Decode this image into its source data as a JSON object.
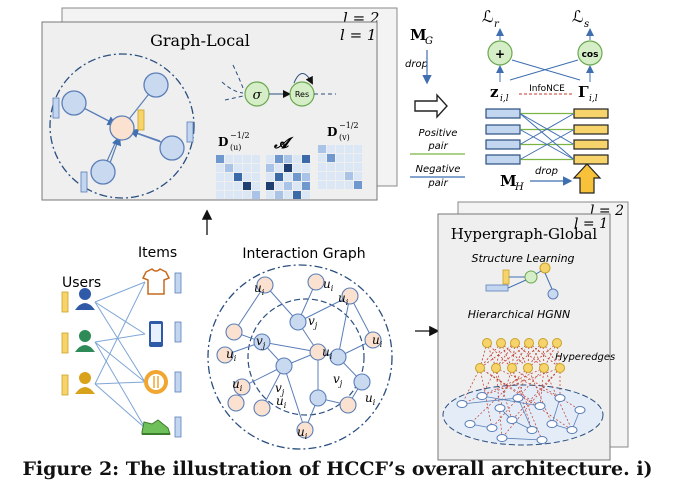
{
  "graph_local": {
    "title": "Graph-Local",
    "layer_back": "l = 2",
    "layer_front": "l = 1",
    "sigma": "σ",
    "res": "Res",
    "d_u": "D",
    "d_u_sup": "−1/2",
    "d_u_sub": "(u)",
    "adj": "𝓐",
    "d_v": "D",
    "d_v_sup": "−1/2",
    "d_v_sub": "(v)"
  },
  "middle": {
    "mg": "M",
    "mg_sub": "G",
    "drop_top": "drop",
    "positive_1": "Positive",
    "positive_2": "pair",
    "negative_1": "Negative",
    "negative_2": "pair"
  },
  "loss": {
    "lr": "ℒ",
    "lr_sub": "r",
    "ls": "ℒ",
    "ls_sub": "s",
    "plus": "+",
    "cos": "cos",
    "z": "z",
    "z_sub": "i,l",
    "infonce": "InfoNCE",
    "gamma": "Γ",
    "gamma_sub": "i,l",
    "mh": "M",
    "mh_sub": "H",
    "drop_bottom": "drop"
  },
  "interaction": {
    "users_label": "Users",
    "items_label": "Items",
    "graph_title": "Interaction Graph",
    "u_label": "u",
    "u_sub": "i",
    "v_label": "v",
    "v_sub": "j"
  },
  "hypergraph": {
    "title": "Hypergraph-Global",
    "layer_back": "l = 2",
    "layer_front": "l = 1",
    "structure_learning": "Structure Learning",
    "hierarchical_hgnn": "Hierarchical HGNN",
    "hyperedges": "Hyperedges"
  },
  "caption": "Figure 2: The illustration of HCCF’s overall architecture. i)",
  "colors": {
    "user_node": "#fbe1cf",
    "item_node": "#c9d9f0",
    "node_stroke": "#5b7fb8",
    "dash": "#2a4f7f",
    "yellow": "#f7d46b",
    "green": "#8bc34a",
    "blue_bar": "#c3d6f0"
  }
}
